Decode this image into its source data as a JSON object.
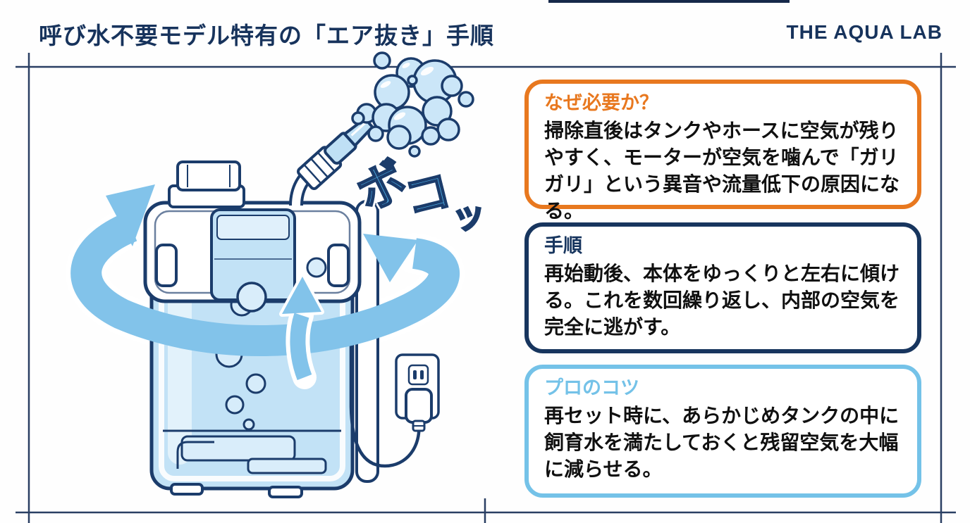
{
  "header": {
    "title": "呼び水不要モデル特有の「エア抜き」手順",
    "brand": "THE AQUA LAB"
  },
  "sfx": {
    "text": "ボコッ",
    "chars": [
      "ボ",
      "コ",
      "ッ"
    ]
  },
  "boxes": [
    {
      "heading": "なぜ必要か？",
      "body": "掃除直後はタンクやホースに空気が残りやすく、モーターが空気を噛んで「ガリガリ」という異音や流量低下の原因になる。",
      "accent": "#E8781F"
    },
    {
      "heading": "手順",
      "body": "再始動後、本体をゆっくりと左右に傾ける。これを数回繰り返し、内部の空気を完全に逃がす。",
      "accent": "#17355E"
    },
    {
      "heading": "プロのコツ",
      "body": "再セット時に、あらかじめタンクの中に飼育水を満たしておくと残留空気を大幅に減らせる。",
      "accent": "#74C2E8"
    }
  ],
  "colors": {
    "title_text": "#17335C",
    "frame_line": "#2A3F63",
    "line_art": "#1B3C6B",
    "arrow_blue": "#82C3EA",
    "tank_fill": "#C2E2F6",
    "bubble_fill": "#CBE6F8",
    "sfx_fill": "#4FADE3",
    "body_text": "#101010",
    "top_bar": "#16294A"
  }
}
